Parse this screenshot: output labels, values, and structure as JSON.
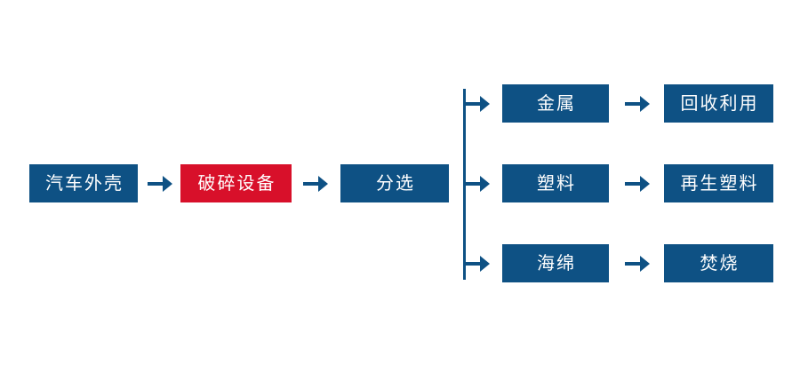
{
  "diagram": {
    "colors": {
      "node_fill": "#0e5184",
      "highlight_fill": "#d8102a",
      "node_text": "#ffffff",
      "connector": "#0e5184",
      "background": "#ffffff"
    },
    "main_flow": [
      {
        "label": "汽车外壳"
      },
      {
        "label": "破碎设备",
        "highlighted": true
      },
      {
        "label": "分选"
      }
    ],
    "branches": [
      {
        "material": "金属",
        "outcome": "回收利用"
      },
      {
        "material": "塑料",
        "outcome": "再生塑料"
      },
      {
        "material": "海绵",
        "outcome": "焚烧"
      }
    ]
  }
}
